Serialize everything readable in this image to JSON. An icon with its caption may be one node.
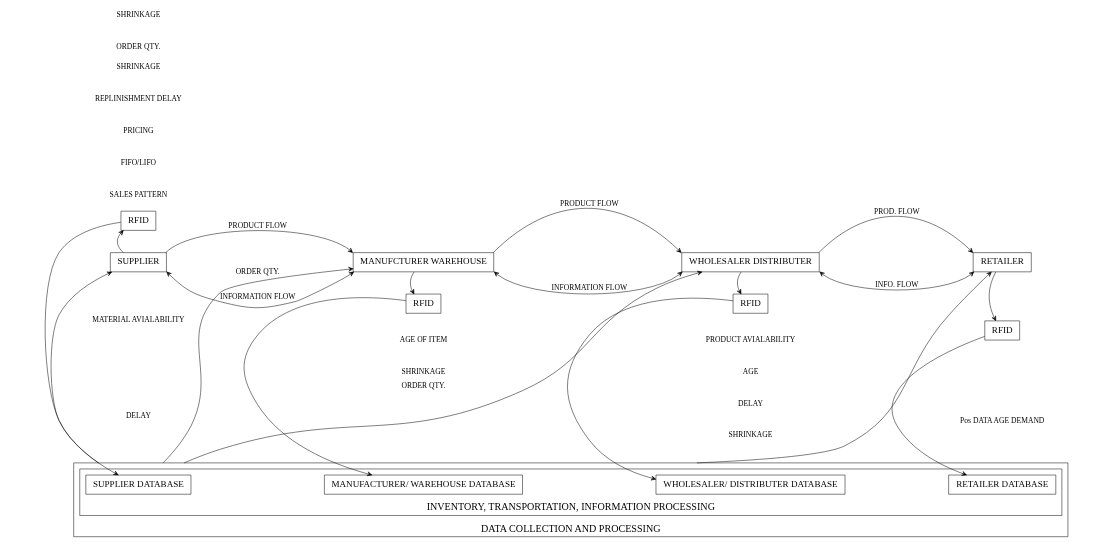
{
  "diagram": {
    "nodes": [
      {
        "text": [
          "SUPPLIER"
        ]
      },
      {
        "text": [
          "MANUFCTURER WAREHOUSE"
        ]
      },
      {
        "text": [
          "WHOLESALER DISTRIBUTER"
        ]
      },
      {
        "text": [
          "RETAILER"
        ]
      },
      {
        "text": [
          "RFID"
        ]
      },
      {
        "text": [
          "RFID"
        ]
      },
      {
        "text": [
          "RFID"
        ]
      },
      {
        "text": [
          "RFID"
        ]
      },
      {
        "text": [
          "DATA COLLECTION AND PROCESSING"
        ]
      },
      {
        "text": [
          "INVENTORY, TRANSPORTATION, INFORMATION PROCESSING"
        ],
        "in": 8
      },
      {
        "text": [
          "SUPPLIER DATABASE"
        ],
        "in": 9
      },
      {
        "text": [
          "MANUFACTURER/ WAREHOUSE DATABASE"
        ],
        "in": 9
      },
      {
        "text": [
          "WHOLESALER/ DISTRIBUTER DATABASE"
        ],
        "in": 9
      },
      {
        "text": [
          "RETAILER DATABASE"
        ],
        "in": 9
      }
    ],
    "edges": [
      {
        "from": 0,
        "to": 1,
        "arrow": "to",
        "label": "PRODUCT FLOW"
      },
      {
        "from": 0,
        "to": 1,
        "arrow": "both",
        "label": "INFORMATION FLOW"
      },
      {
        "from": 1,
        "to": 2,
        "arrow": "to",
        "label": "PRODUCT FLOW"
      },
      {
        "from": 1,
        "to": 2,
        "arrow": "both",
        "label": "INFORMATION FLOW"
      },
      {
        "from": 2,
        "to": 3,
        "arrow": "to",
        "label": "PROD. FLOW"
      },
      {
        "from": 2,
        "to": 3,
        "arrow": "both",
        "label": "INFO. FLOW"
      },
      {
        "from": 0,
        "to": 4,
        "arrow": "to"
      },
      {
        "from": 1,
        "to": 5,
        "arrow": "to"
      },
      {
        "from": 2,
        "to": 6,
        "arrow": "to"
      },
      {
        "from": 3,
        "to": 7,
        "arrow": "to"
      },
      {
        "from": 4,
        "to": 10,
        "arrow": "to"
      },
      {
        "from": 5,
        "to": 11,
        "arrow": "to"
      },
      {
        "from": 6,
        "to": 12,
        "arrow": "to"
      },
      {
        "from": 7,
        "to": 13,
        "arrow": "to"
      },
      {
        "from": 8,
        "to": 0,
        "arrow": "to"
      },
      {
        "from": 8,
        "to": 1,
        "arrow": "to",
        "label": "ORDER QTY."
      },
      {
        "from": 8,
        "to": 2,
        "arrow": "to",
        "label": "ORDER QTY."
      },
      {
        "from": 8,
        "to": 3,
        "arrow": "to"
      }
    ],
    "labels": [
      "MATERIAL AVIALABILITY",
      "DELAY",
      "AGE OF ITEM",
      "SHRINKAGE",
      "PRODUCT AVIALABILITY",
      "AGE",
      "DELAY",
      "SHRINKAGE",
      "Pos DATA AGE DEMAND",
      "SHRINKAGE",
      "REPLINISHMENT DELAY",
      "PRICING",
      "FIFO/LIFO",
      "SALES PATTERN",
      "SHRINKAGE",
      "ORDER QTY."
    ]
  }
}
